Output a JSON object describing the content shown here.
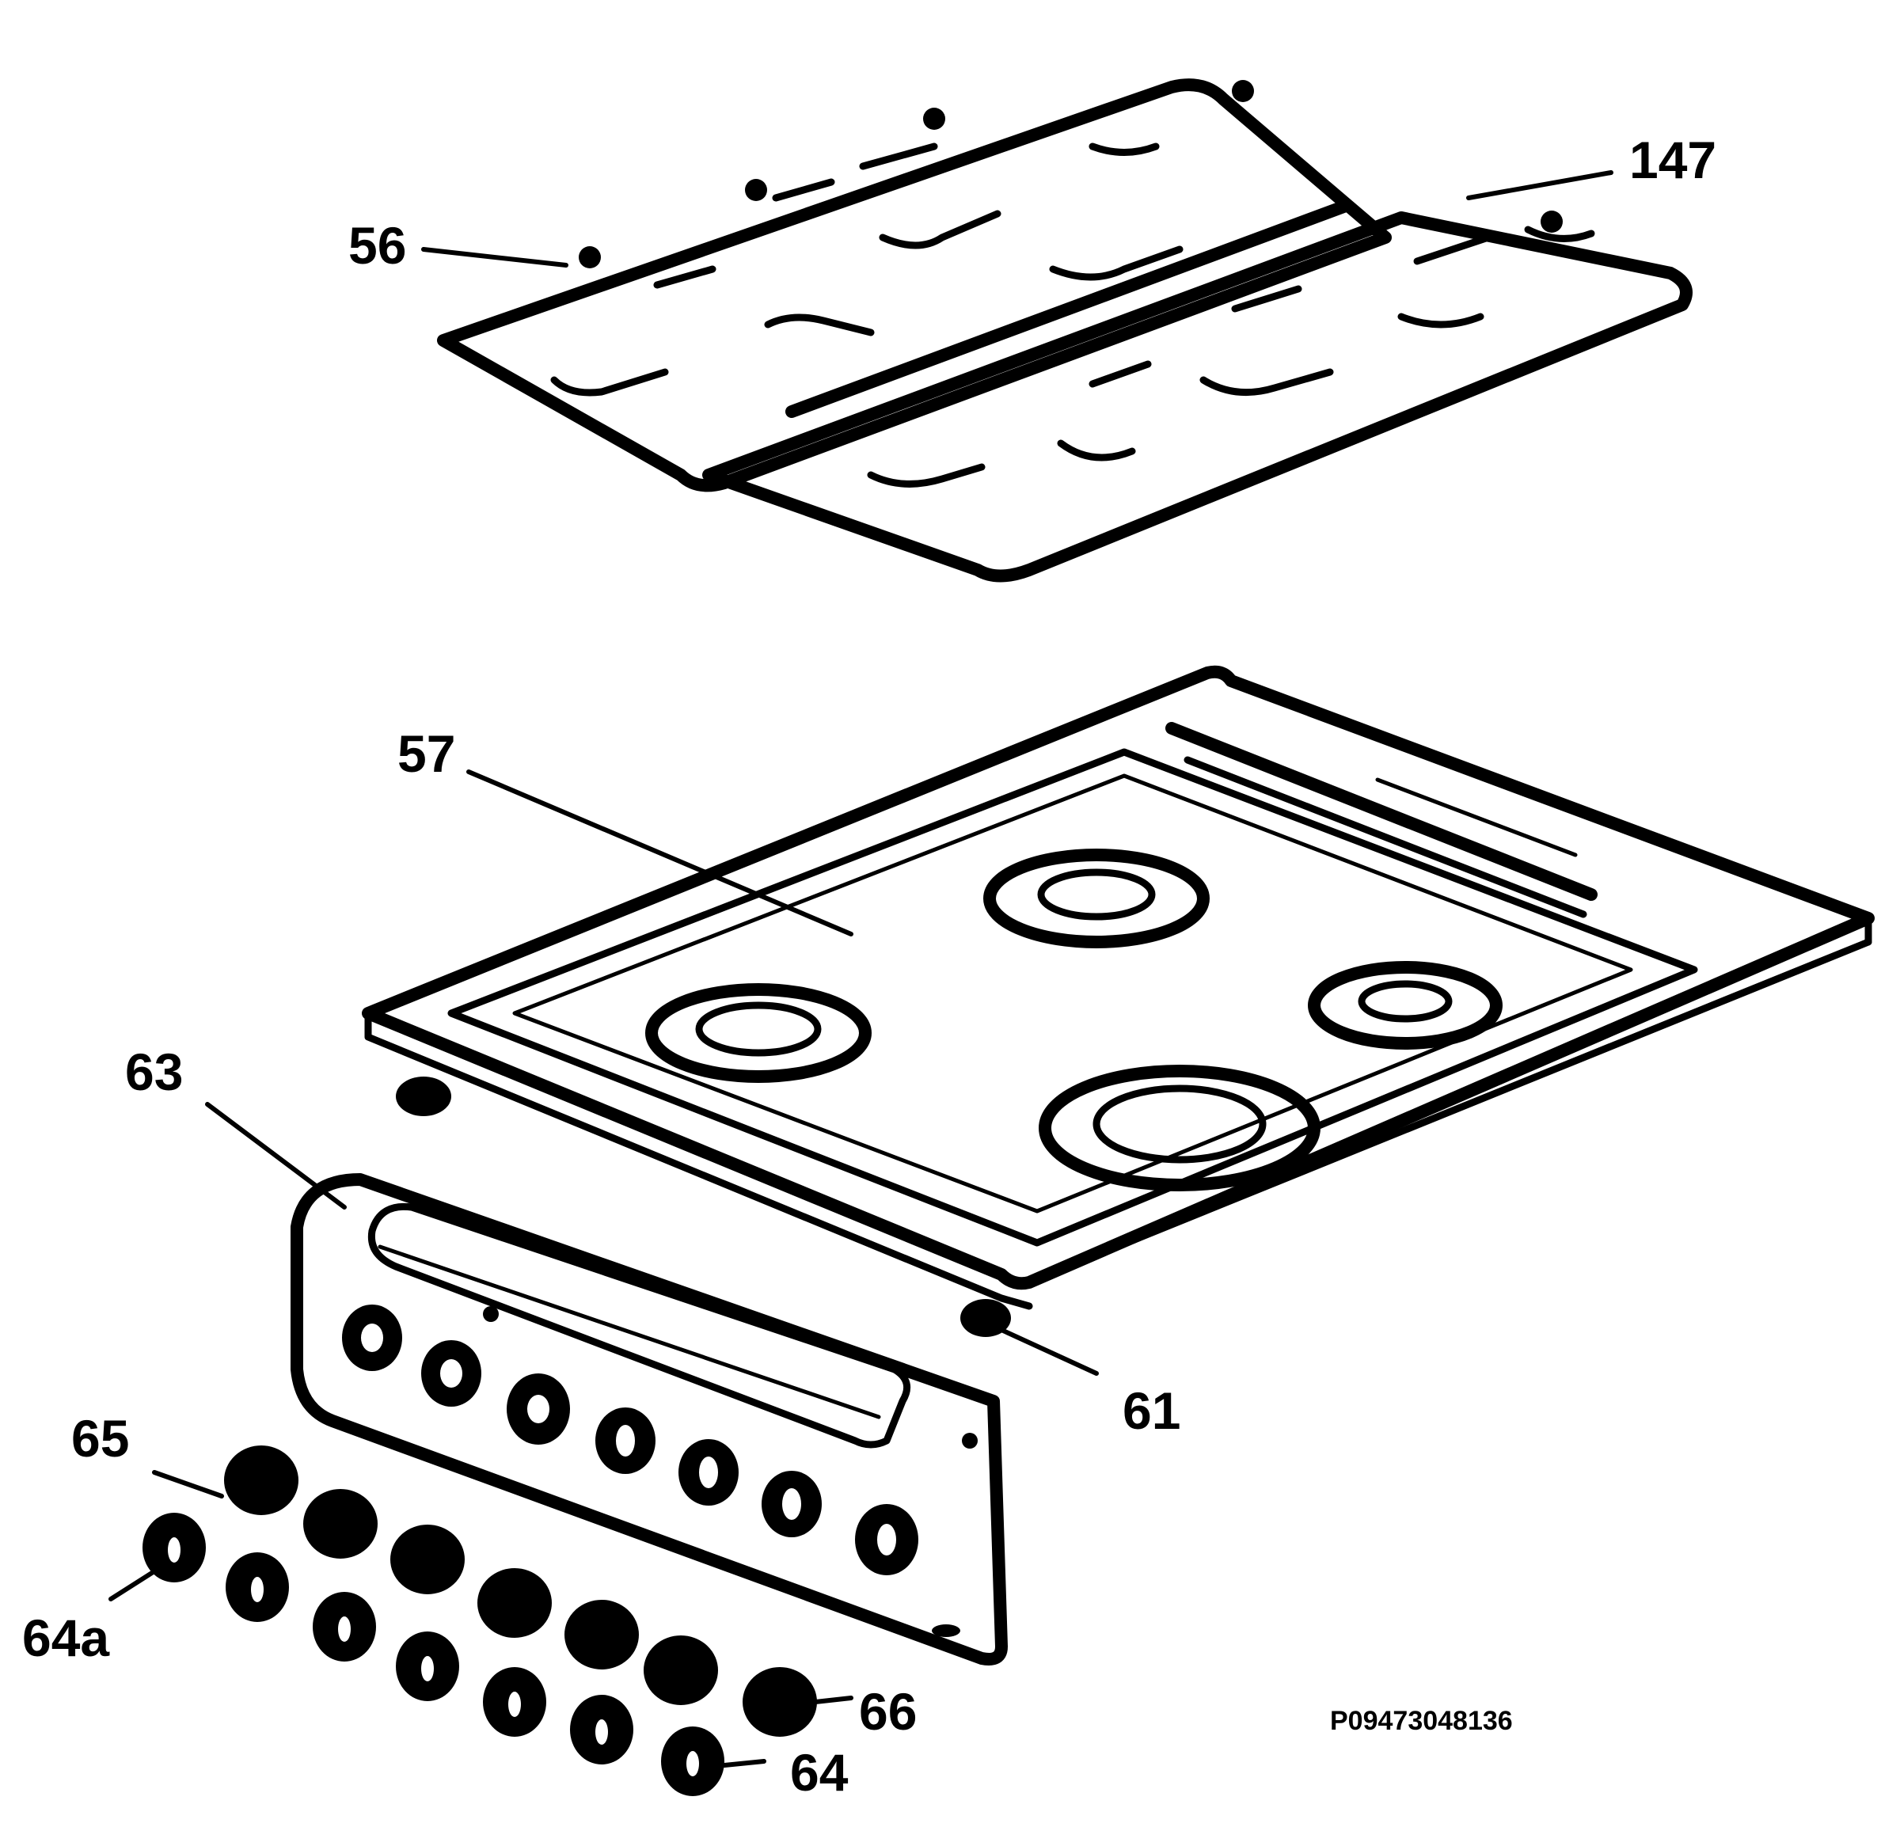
{
  "labels": {
    "grate": "56",
    "grate_right": "147",
    "hob": "57",
    "panel": "63",
    "foot": "61",
    "knob_ring": "65",
    "knob_left": "64a",
    "knob_ring_right": "66",
    "knob_right": "64"
  },
  "drawing_code": "P09473048136"
}
